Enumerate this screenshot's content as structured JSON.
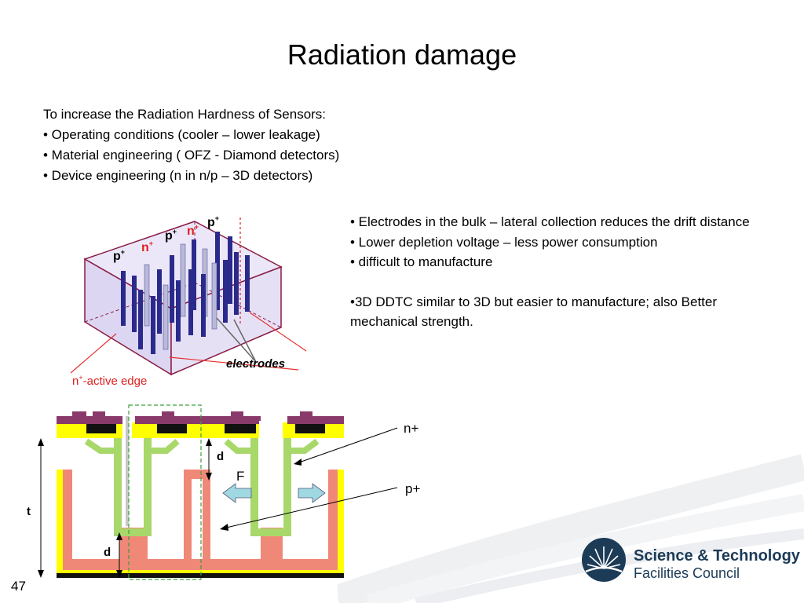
{
  "slide": {
    "title": "Radiation damage",
    "page_number": "47"
  },
  "intro": {
    "heading": "To increase the Radiation Hardness of Sensors:",
    "bullets": [
      "• Operating conditions (cooler – lower leakage)",
      "• Material engineering ( OFZ  - Diamond detectors)",
      "• Device engineering (n in n/p – 3D detectors)"
    ]
  },
  "right_text": {
    "bullets": [
      "• Electrodes in the bulk – lateral collection reduces the drift distance",
      "• Lower depletion voltage – less power consumption",
      "• difficult to manufacture"
    ],
    "note": "•3D DDTC similar to 3D but easier to manufacture; also Better mechanical strength."
  },
  "diagram_3d": {
    "label_p": "p",
    "label_n": "n",
    "sup_plus": "+",
    "electrodes_label": "electrodes",
    "edge_label_prefix": "n",
    "edge_label_rest": "-active edge",
    "colors": {
      "box_face": "#e8e2f6",
      "box_edge": "#8a1c45",
      "electrode_dark": "#2a2a8c",
      "electrode_light": "#b9b9d9",
      "label_red": "#e02020",
      "pointer": "#e83030"
    }
  },
  "cross_section": {
    "label_t": "t",
    "label_d_top": "d",
    "label_d_bottom": "d",
    "label_f": "F",
    "colors": {
      "metal": "#8a3a6a",
      "oxide": "#111111",
      "n_plus": "#ffff00",
      "n_layer": "#a8d86a",
      "p_layer": "#f08878",
      "arrow_fill": "#9fd8e0"
    }
  },
  "labels": {
    "n_plus": "n+",
    "p_plus": "p+"
  },
  "logo": {
    "line1": "Science & Technology",
    "line2": "Facilities Council",
    "icon": "stfc-globe-logo-icon",
    "color": "#1c3b57"
  }
}
